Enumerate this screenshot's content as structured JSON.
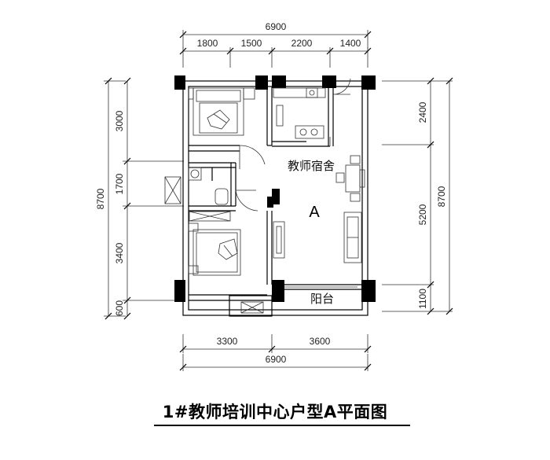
{
  "title": "1#教师培训中心户型A平面图",
  "rooms": {
    "living": "教师宿舍",
    "unit": "A",
    "balcony": "阳台"
  },
  "dimensions": {
    "top_total": "6900",
    "top_segments": [
      "1800",
      "1500",
      "2200",
      "1400"
    ],
    "bottom_segments": [
      "3300",
      "3600"
    ],
    "bottom_total": "6900",
    "left_segments": [
      "3000",
      "1700",
      "3400",
      "600"
    ],
    "left_total": "8700",
    "right_segments": [
      "2400",
      "5200",
      "1100"
    ],
    "right_total": "8700"
  }
}
